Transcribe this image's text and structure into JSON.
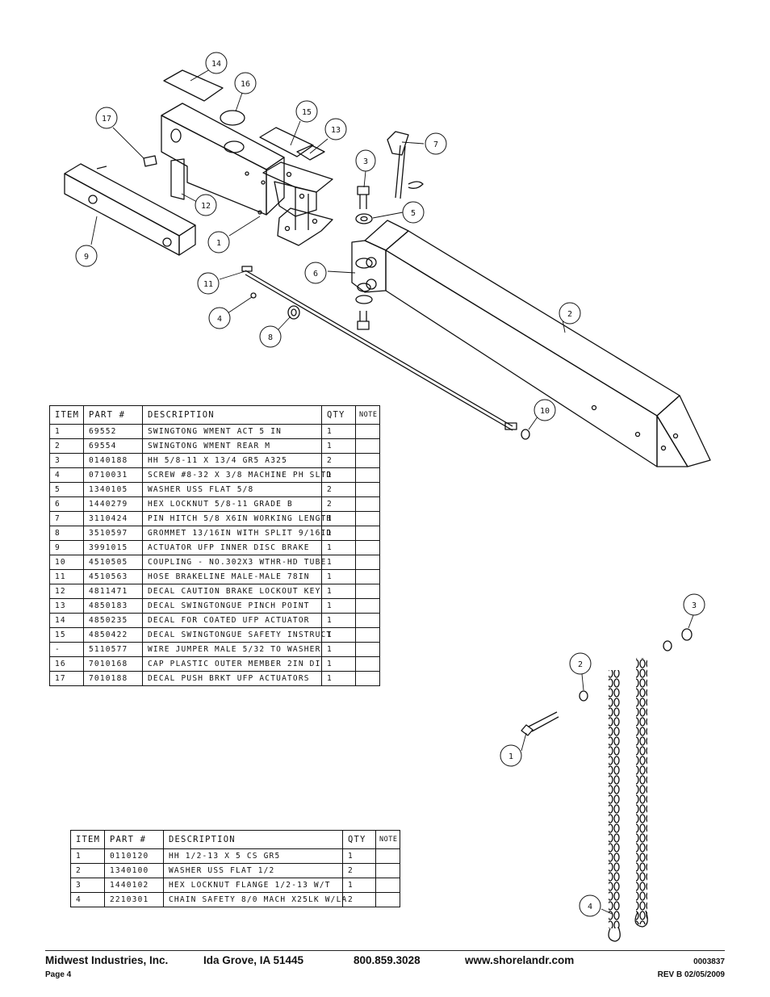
{
  "callouts": {
    "upper": [
      "14",
      "16",
      "17",
      "15",
      "13",
      "7",
      "3",
      "5",
      "12",
      "1",
      "9",
      "6",
      "11",
      "4",
      "8",
      "2",
      "10"
    ],
    "lower": [
      "3",
      "2",
      "1",
      "4"
    ]
  },
  "table_main": {
    "headers": [
      "ITEM",
      "PART #",
      "DESCRIPTION",
      "QTY",
      "NOTE"
    ],
    "rows": [
      [
        "1",
        "69552",
        "SWINGTONG WMENT ACT 5 IN",
        "1",
        ""
      ],
      [
        "2",
        "69554",
        "SWINGTONG WMENT REAR M",
        "1",
        ""
      ],
      [
        "3",
        "0140188",
        "HH 5/8-11 X 13/4  GR5 A325",
        "2",
        ""
      ],
      [
        "4",
        "0710031",
        "SCREW #8-32 X 3/8 MACHINE PH SLTD",
        "1",
        ""
      ],
      [
        "5",
        "1340105",
        "WASHER USS FLAT 5/8",
        "2",
        ""
      ],
      [
        "6",
        "1440279",
        "HEX LOCKNUT 5/8-11 GRADE B",
        "2",
        ""
      ],
      [
        "7",
        "3110424",
        "PIN HITCH 5/8 X6IN WORKING LENGTH",
        "1",
        ""
      ],
      [
        "8",
        "3510597",
        "GROMMET 13/16IN  WITH SPLIT 9/16ID",
        "1",
        ""
      ],
      [
        "9",
        "3991015",
        "ACTUATOR UFP INNER  DISC BRAKE",
        "1",
        ""
      ],
      [
        "10",
        "4510505",
        "COUPLING - NO.302X3 WTHR-HD TUBE",
        "1",
        ""
      ],
      [
        "11",
        "4510563",
        "HOSE BRAKELINE MALE-MALE 78IN",
        "1",
        ""
      ],
      [
        "12",
        "4811471",
        "DECAL CAUTION BRAKE LOCKOUT KEY",
        "1",
        ""
      ],
      [
        "13",
        "4850183",
        "DECAL SWINGTONGUE PINCH POINT",
        "1",
        ""
      ],
      [
        "14",
        "4850235",
        "DECAL FOR COATED UFP ACTUATOR",
        "1",
        ""
      ],
      [
        "15",
        "4850422",
        "DECAL SWINGTONGUE SAFETY INSTRUCT",
        "1",
        ""
      ],
      [
        "-",
        "5110577",
        "WIRE JUMPER MALE 5/32 TO WASHER",
        "1",
        ""
      ],
      [
        "16",
        "7010168",
        "CAP  PLASTIC OUTER MEMBER 2IN DI",
        "1",
        ""
      ],
      [
        "17",
        "7010188",
        "DECAL PUSH BRKT UFP ACTUATORS",
        "1",
        ""
      ]
    ]
  },
  "table_chain": {
    "headers": [
      "ITEM",
      "PART #",
      "DESCRIPTION",
      "QTY",
      "NOTE"
    ],
    "rows": [
      [
        "1",
        "0110120",
        "HH 1/2-13 X 5 CS GR5",
        "1",
        ""
      ],
      [
        "2",
        "1340100",
        "WASHER USS FLAT 1/2",
        "2",
        ""
      ],
      [
        "3",
        "1440102",
        "HEX LOCKNUT FLANGE 1/2-13 W/T",
        "1",
        ""
      ],
      [
        "4",
        "2210301",
        "CHAIN SAFETY 8/0 MACH X25LK W/LA",
        "2",
        ""
      ]
    ]
  },
  "footer": {
    "company": "Midwest Industries, Inc.",
    "location": "Ida Grove, IA  51445",
    "phone": "800.859.3028",
    "website": "www.shorelandr.com",
    "doc_number": "0003837",
    "page": "Page 4",
    "revision": "REV B   02/05/2009"
  }
}
